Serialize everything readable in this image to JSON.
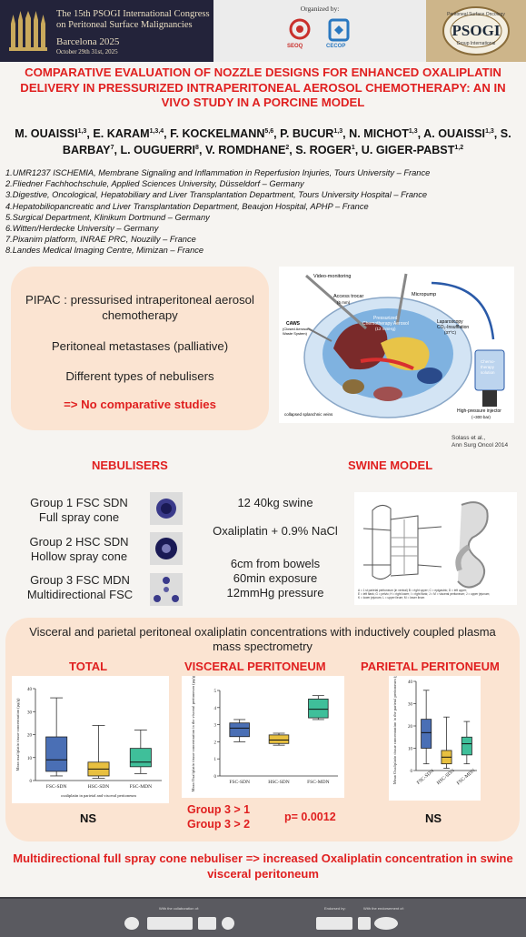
{
  "header": {
    "congress_line1": "The 15th PSOGI International Congress",
    "congress_line2": "on Peritoneal Surface Malignancies",
    "city": "Barcelona 2025",
    "dates": "October 29th 31st, 2025",
    "organized_by": "Organized by:",
    "org1": "SEOQ",
    "org2": "CECOP",
    "psogi_top": "Peritoneal Surface Oncology",
    "psogi_main": "PSOGI",
    "psogi_bottom": "Group International"
  },
  "title": "COMPARATIVE EVALUATION OF NOZZLE DESIGNS FOR ENHANCED OXALIPLATIN DELIVERY IN PRESSURIZED INTRAPERITONEAL AEROSOL CHEMOTHERAPY: AN IN VIVO STUDY IN A PORCINE MODEL",
  "authors": [
    {
      "name": "M. OUAISSI",
      "sup": "1,3"
    },
    {
      "name": "E. KARAM",
      "sup": "1,3,4"
    },
    {
      "name": "F. KOCKELMANN",
      "sup": "5,6"
    },
    {
      "name": "P. BUCUR",
      "sup": "1,3"
    },
    {
      "name": "N. MICHOT",
      "sup": "1,3"
    },
    {
      "name": "A. OUAISSI",
      "sup": "1,3"
    },
    {
      "name": "S. BARBAY",
      "sup": "7"
    },
    {
      "name": "L. OUGUERRI",
      "sup": "8"
    },
    {
      "name": "V. ROMDHANE",
      "sup": "2"
    },
    {
      "name": "S. ROGER",
      "sup": "1"
    },
    {
      "name": "U. GIGER-PABST",
      "sup": "1,2"
    }
  ],
  "affiliations": [
    "1.UMR1237 ISCHEMIA, Membrane Signaling and Inflammation in Reperfusion Injuries, Tours University – France",
    "2.Fliedner Fachhochschule, Applied Sciences University, Düsseldorf – Germany",
    "3.Digestive, Oncological, Hepatobiliary and Liver Transplantation Department, Tours University Hospital – France",
    "4.Hepatobiliopancreatic and Liver Transplantation Department, Beaujon Hospital, APHP – France",
    "5.Surgical Department, Klinikum Dortmund – Germany",
    "6.Witten/Herdecke University – Germany",
    "7.Pixanim platform, INRAE PRC, Nouzilly – France",
    "8.Landes Medical Imaging Centre, Mimizan – France"
  ],
  "intro": {
    "line1": "PIPAC : pressurised intraperitoneal aerosol chemotherapy",
    "line2": "Peritoneal metastases (palliative)",
    "line3": "Different types of nebulisers",
    "line4": "=> No comparative studies"
  },
  "pipac_figure": {
    "video": "Video-monitoring",
    "access": "Access trocar",
    "access2": "(5 mm)",
    "micropump": "Micropump",
    "caws": "CAWS",
    "caws2": "(Closed Aerosol",
    "caws3": "Waste System)",
    "aerosol": "Pressurized",
    "aerosol2": "Chemotherapy Aerosol",
    "aerosol3": "(12 mmHg)",
    "lap": "Laparoscopy",
    "lap2": "CO₂-Insufflation",
    "lap3": "(37°C)",
    "chemo": "Chemo-",
    "chemo2": "therapy",
    "chemo3": "solution",
    "injector": "High-pressure injector",
    "injector2": "(~300 bar)",
    "footnote": "collapsed splanchnic veins"
  },
  "citation": {
    "line1": "Solass et al.,",
    "line2": "Ann Surg Oncol 2014"
  },
  "nebulisers": {
    "heading": "NEBULISERS",
    "g1a": "Group 1 FSC SDN",
    "g1b": "Full spray cone",
    "g2a": "Group 2 HSC SDN",
    "g2b": "Hollow spray cone",
    "g3a": "Group 3 FSC MDN",
    "g3b": "Multidirectional FSC"
  },
  "swine": {
    "heading": "SWINE MODEL",
    "l1": "12 40kg swine",
    "l2": "Oxaliplatin + 0.9% NaCl",
    "l3": "6cm from bowels",
    "l4": "60min exposure",
    "l5": "12mmHg pressure",
    "legend1": "A = 1 st parietal peritoneum (in ventral) B = right upper; C = epigastric; D = left upper;",
    "legend2": "E = left flank; G = pelvic; H = right lower; I = right flank; J = M = visceral peritoneum; J = upper jejunum;",
    "legend3": "K = lower jejunum; L = upper ileum; M = lower ileum"
  },
  "results": {
    "lead": "Visceral and parietal peritoneal oxaliplatin concentrations with inductively coupled plasma mass spectrometry",
    "total_heading": "TOTAL",
    "visceral_heading": "VISCERAL PERITONEUM",
    "parietal_heading": "PARIETAL PERITONEUM",
    "ns1": "NS",
    "ns2": "NS",
    "g31": "Group 3 > 1",
    "g32": "Group 3 > 2",
    "pval": "p= 0.0012"
  },
  "chart_data": [
    {
      "type": "box",
      "title": "",
      "ylabel": "Mean oxaliplatin tissue concentration (µg/g)",
      "xlabel": "oxaliplatin in parietal and visceral peritoneum",
      "ylim": [
        0,
        40
      ],
      "yticks": [
        0,
        10,
        20,
        30,
        40
      ],
      "categories": [
        "FSC-SDN",
        "HSC-SDN",
        "FSC-MDN"
      ],
      "colors": [
        "#4a6fb5",
        "#e8c040",
        "#3fbf9a"
      ],
      "boxes": [
        {
          "min": 2,
          "q1": 4,
          "median": 9,
          "q3": 19,
          "max": 36
        },
        {
          "min": 1,
          "q1": 2,
          "median": 5,
          "q3": 8,
          "max": 24
        },
        {
          "min": 3,
          "q1": 6,
          "median": 8,
          "q3": 14,
          "max": 22
        }
      ]
    },
    {
      "type": "box",
      "title": "",
      "ylabel": "Mean Oxaliplatin tissue concentration in the visceral peritoneum (µg/g)",
      "xlabel": "",
      "ylim": [
        0,
        5
      ],
      "yticks": [
        0,
        1,
        2,
        3,
        4,
        5
      ],
      "categories": [
        "FSC-SDN",
        "HSC-SDN",
        "FSC-MDN"
      ],
      "colors": [
        "#4a6fb5",
        "#e8c040",
        "#3fbf9a"
      ],
      "boxes": [
        {
          "min": 2.0,
          "q1": 2.3,
          "median": 2.8,
          "q3": 3.1,
          "max": 3.3
        },
        {
          "min": 1.8,
          "q1": 1.9,
          "median": 2.1,
          "q3": 2.4,
          "max": 2.5
        },
        {
          "min": 3.3,
          "q1": 3.4,
          "median": 3.9,
          "q3": 4.5,
          "max": 4.7
        }
      ]
    },
    {
      "type": "box",
      "title": "",
      "ylabel": "Mean Oxaliplatin tissue concentration in the parietal peritoneum (µg/g)",
      "xlabel": "",
      "ylim": [
        0,
        40
      ],
      "yticks": [
        0,
        10,
        20,
        30,
        40
      ],
      "categories": [
        "FSC-SDN",
        "HSC-SDN",
        "FSC-MDN"
      ],
      "colors": [
        "#4a6fb5",
        "#e8c040",
        "#3fbf9a"
      ],
      "boxes": [
        {
          "min": 3,
          "q1": 10,
          "median": 17,
          "q3": 23,
          "max": 36
        },
        {
          "min": 1,
          "q1": 3,
          "median": 6,
          "q3": 9,
          "max": 24
        },
        {
          "min": 3,
          "q1": 7,
          "median": 12,
          "q3": 15,
          "max": 22
        }
      ]
    }
  ],
  "conclusion": "Multidirectional full spray cone nebuliser => increased Oxaliplatin concentration in swine visceral peritoneum",
  "footer": {
    "left": "With the collaboration of:",
    "mid": "Endorsed by:",
    "right": "With the endorsement of:"
  }
}
